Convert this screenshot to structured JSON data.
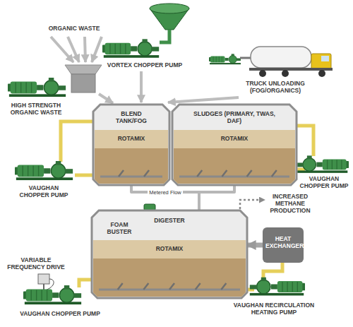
{
  "diagram": {
    "nodes": [
      {
        "text": [
          "BLEND TANK/FOG",
          "ROTAMIX"
        ]
      },
      {
        "text": [
          "SLUDGES (PRIMARY, TWAS, DAF)",
          "ROTAMIX"
        ]
      },
      {
        "text": [
          "DIGESTER",
          "ROTAMIX"
        ]
      },
      {
        "text": [
          "HEAT EXCHANGER"
        ]
      }
    ],
    "edges": [
      {
        "from": 0,
        "to": 2,
        "arrow": "none",
        "label": "Metered Flow"
      },
      {
        "from": 1,
        "to": 2,
        "arrow": "none"
      },
      {
        "from": 3,
        "to": 2,
        "arrow": "to"
      }
    ],
    "labels": [
      "ORGANIC WASTE",
      "HIGH STRENGTH ORGANIC WASTE",
      "VORTEX CHOPPER PUMP",
      "TRUCK UNLOADING (FOG/ORGANICS)",
      "VAUGHAN CHOPPER PUMP",
      "VAUGHAN CHOPPER PUMP",
      "INCREASED METHANE PRODUCTION",
      "FOAM BUSTER",
      "VARIABLE FREQUENCY DRIVE",
      "VAUGHAN CHOPPER PUMP",
      "VAUGHAN RECIRCULATION HEATING PUMP"
    ]
  }
}
